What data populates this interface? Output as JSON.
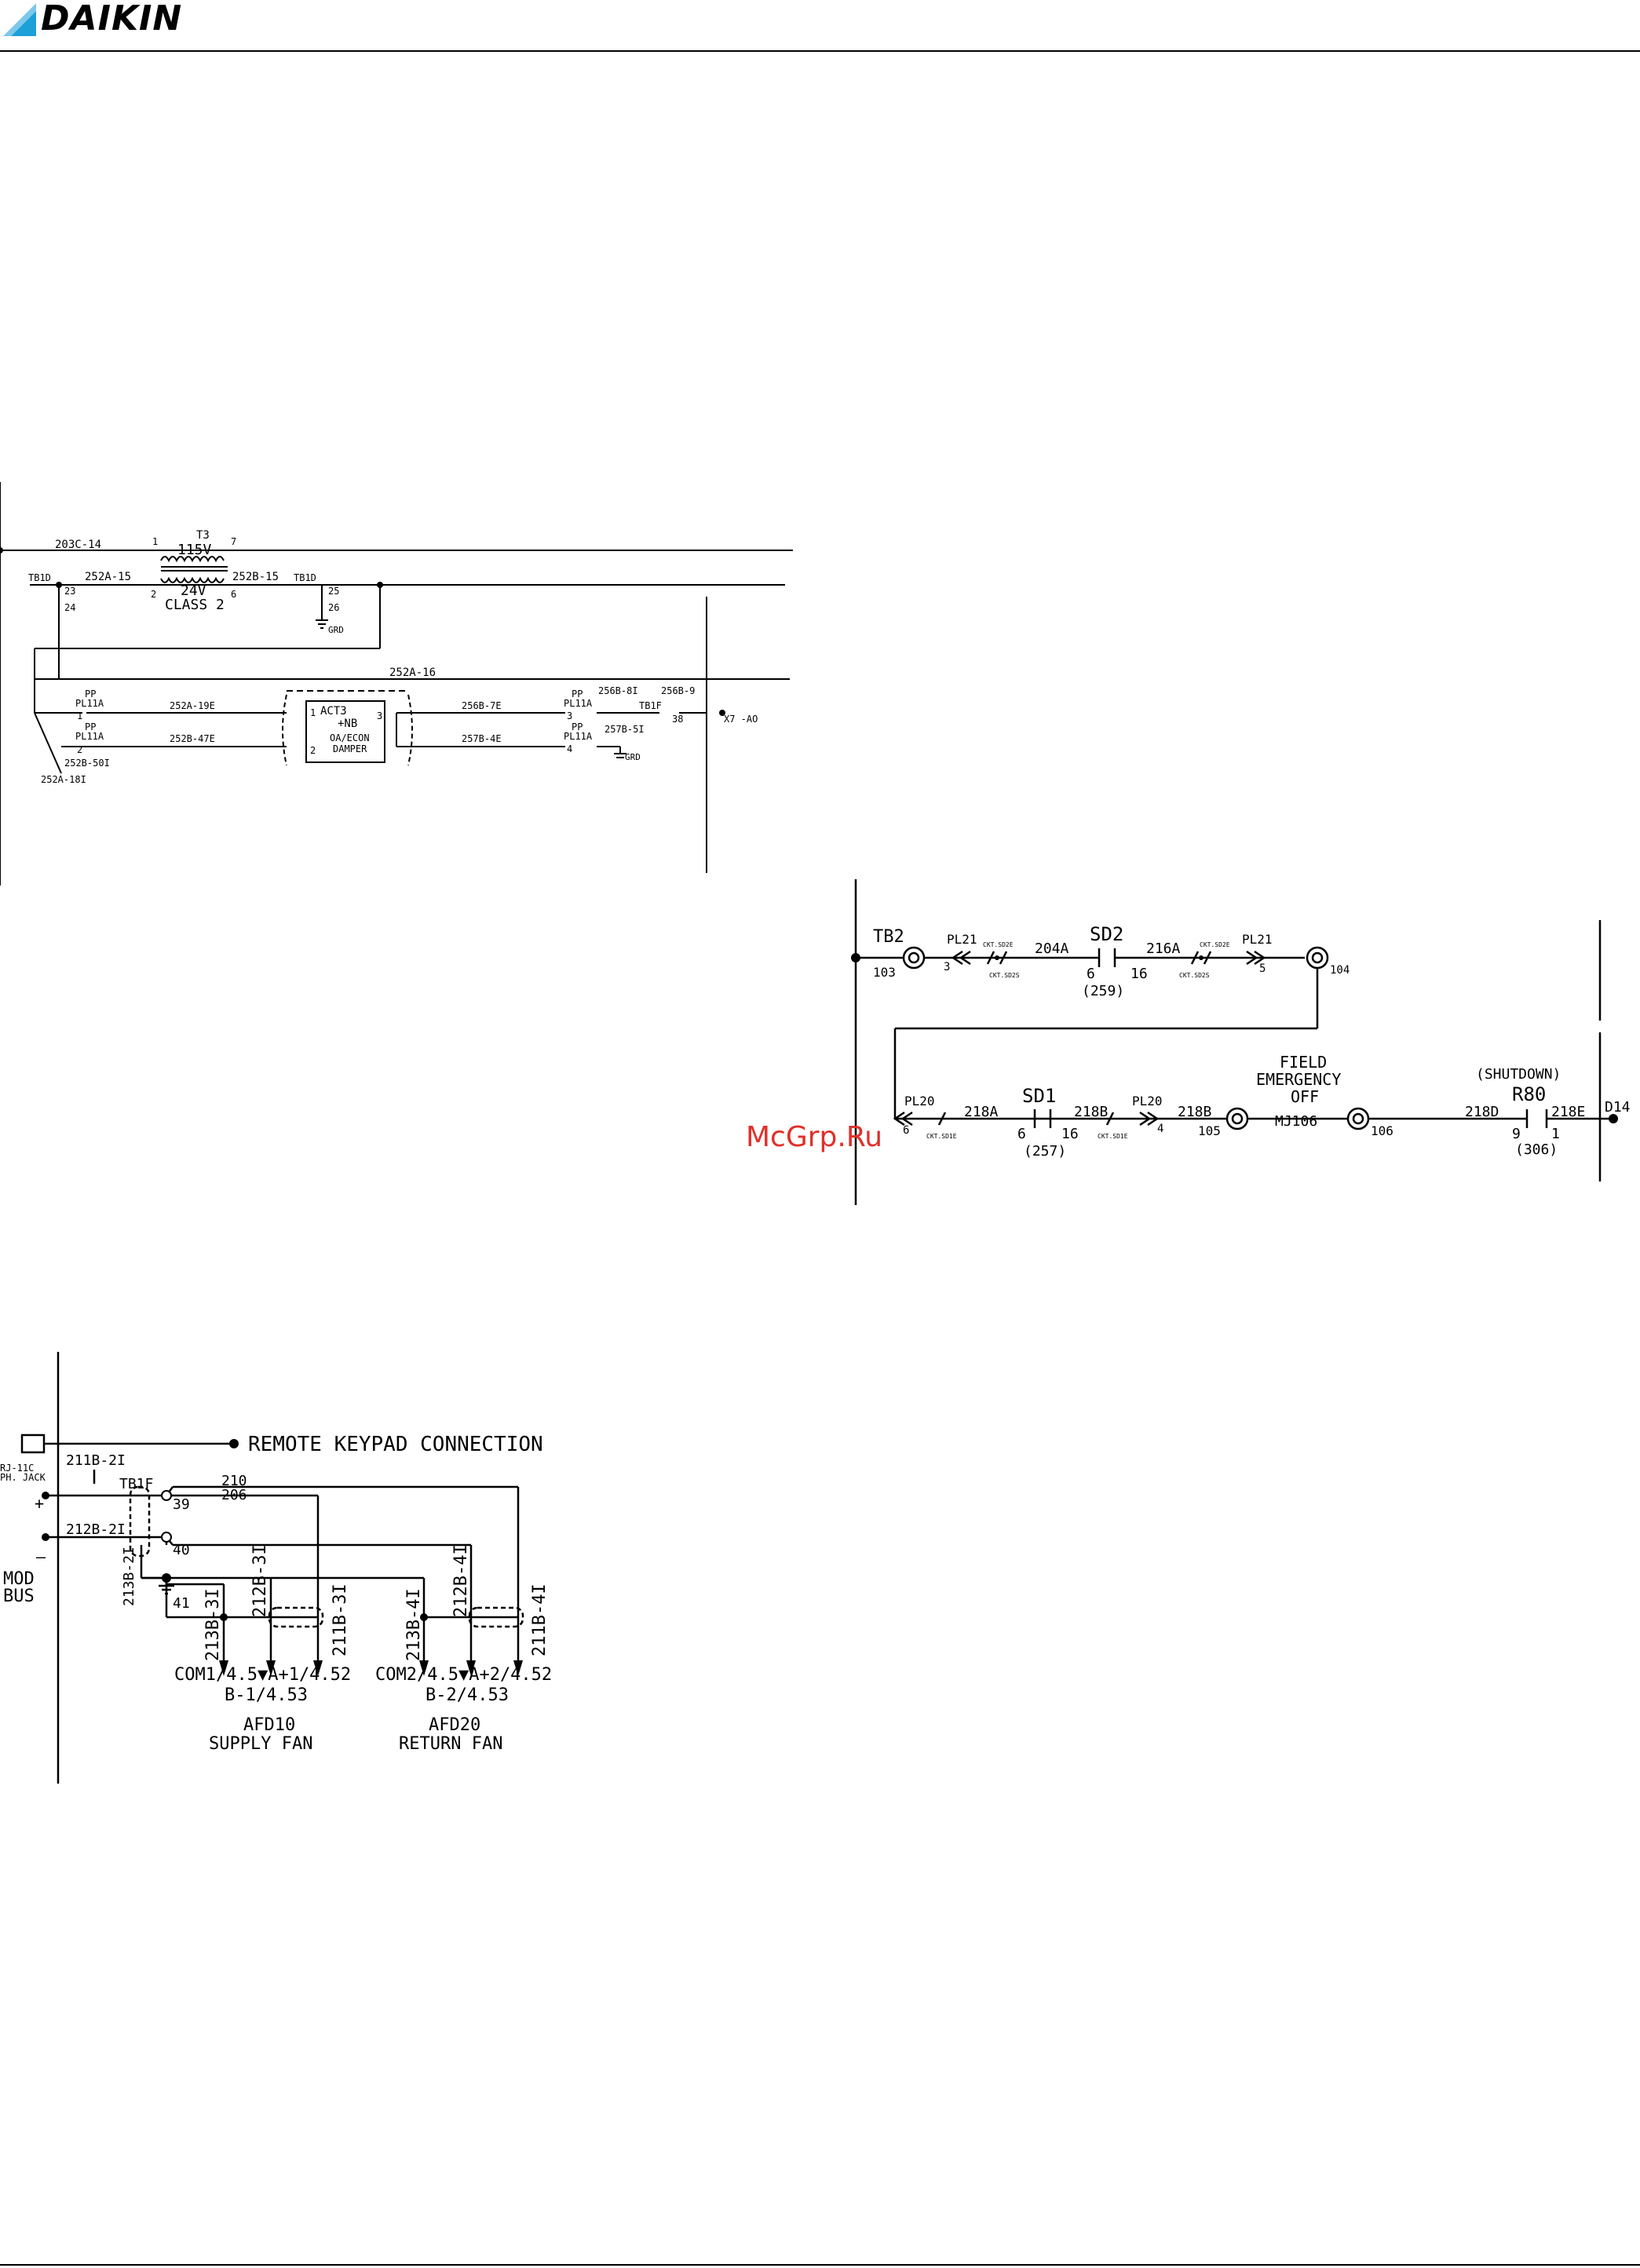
{
  "header": {
    "brand": "DAIKIN"
  },
  "watermark": "McGrp.Ru",
  "diagram1": {
    "wire_203c": "203C-14",
    "t3": "T3",
    "t3_primary": "115V",
    "t3_secondary": "24V",
    "t3_class": "CLASS 2",
    "t3_pin1": "1",
    "t3_pin7": "7",
    "t3_pin2": "2",
    "t3_pin6": "6",
    "tb1d_left": "TB1D",
    "tb1d_right": "TB1D",
    "t23": "23",
    "t24": "24",
    "t25": "25",
    "t26": "26",
    "grd1": "GRD",
    "grd2": "GRD",
    "w252a15": "252A-15",
    "w252b15": "252B-15",
    "w252a16": "252A-16",
    "pp_label": "PP",
    "pl11a": "PL11A",
    "pin1": "1",
    "pin2": "2",
    "pin3": "3",
    "pin4": "4",
    "w252a19e": "252A-19E",
    "w252b47e": "252B-47E",
    "w256b7e": "256B-7E",
    "w257b4e": "257B-4E",
    "act3": "ACT3",
    "nb": "+NB",
    "oa_econ": "OA/ECON",
    "damper": "DAMPER",
    "plus": "+",
    "act_pin1": "1",
    "act_pin2": "2",
    "act_pin3": "3",
    "w256b8i": "256B-8I",
    "w256b9": "256B-9",
    "tb1f": "TB1F",
    "t38": "38",
    "x7ao": "X7 -AO",
    "w257b5i": "257B-5I",
    "w252b50i": "252B-50I",
    "w252a18i": "252A-18I"
  },
  "diagram2": {
    "tb2": "TB2",
    "t103": "103",
    "pl21a": "PL21",
    "pin3": "3",
    "ckt1": "CKT.SD2E",
    "ckt2": "CKT.SD2S",
    "w204a": "204A",
    "sd2": "SD2",
    "sd2_6": "6",
    "sd2_16": "16",
    "sd2_ref": "(259)",
    "w216a": "216A",
    "ckt3": "CKT.SD2E",
    "ckt4": "CKT.SD2S",
    "pl21b": "PL21",
    "pin5": "5",
    "t104": "104",
    "pl20a": "PL20",
    "pin6": "6",
    "ckt5": "CKT.SD1E",
    "w218a": "218A",
    "sd1": "SD1",
    "sd1_6": "6",
    "sd1_16": "16",
    "sd1_ref": "(257)",
    "w218b1": "218B",
    "ckt6": "CKT.SD1E",
    "pl20b": "PL20",
    "pin4": "4",
    "w218b2": "218B",
    "t105": "105",
    "field": "FIELD",
    "emergency": "EMERGENCY",
    "off": "OFF",
    "mj106": "MJ106",
    "t106": "106",
    "shutdown": "(SHUTDOWN)",
    "r80": "R80",
    "w218d": "218D",
    "w218e": "218E",
    "r80_9": "9",
    "r80_1": "1",
    "r80_ref": "(306)",
    "d14": "D14"
  },
  "diagram3": {
    "remote_keypad": "REMOTE KEYPAD CONNECTION",
    "rj11c": "RJ-11C",
    "ph_jack": "PH. JACK",
    "w211b2i": "211B-2I",
    "w212b2i": "212B-2I",
    "w213b2i": "213B-2I",
    "tb1f": "TB1F",
    "t39": "39",
    "t40": "40",
    "t41": "41",
    "w210": "210",
    "w206": "206",
    "plus": "+",
    "minus": "–",
    "mod": "MOD",
    "bus": "BUS",
    "w213b3i": "213B-3I",
    "w212b3i": "212B-3I",
    "w211b3i": "211B-3I",
    "w213b4i": "213B-4I",
    "w212b4i": "212B-4I",
    "w211b4i": "211B-4I",
    "afd10_line1": "COM1/4.5▼A+1/4.52",
    "afd10_line2": "B-1/4.53",
    "afd10": "AFD10",
    "supply_fan": "SUPPLY FAN",
    "afd20_line1": "COM2/4.5▼A+2/4.52",
    "afd20_line2": "B-2/4.53",
    "afd20": "AFD20",
    "return_fan": "RETURN FAN"
  }
}
